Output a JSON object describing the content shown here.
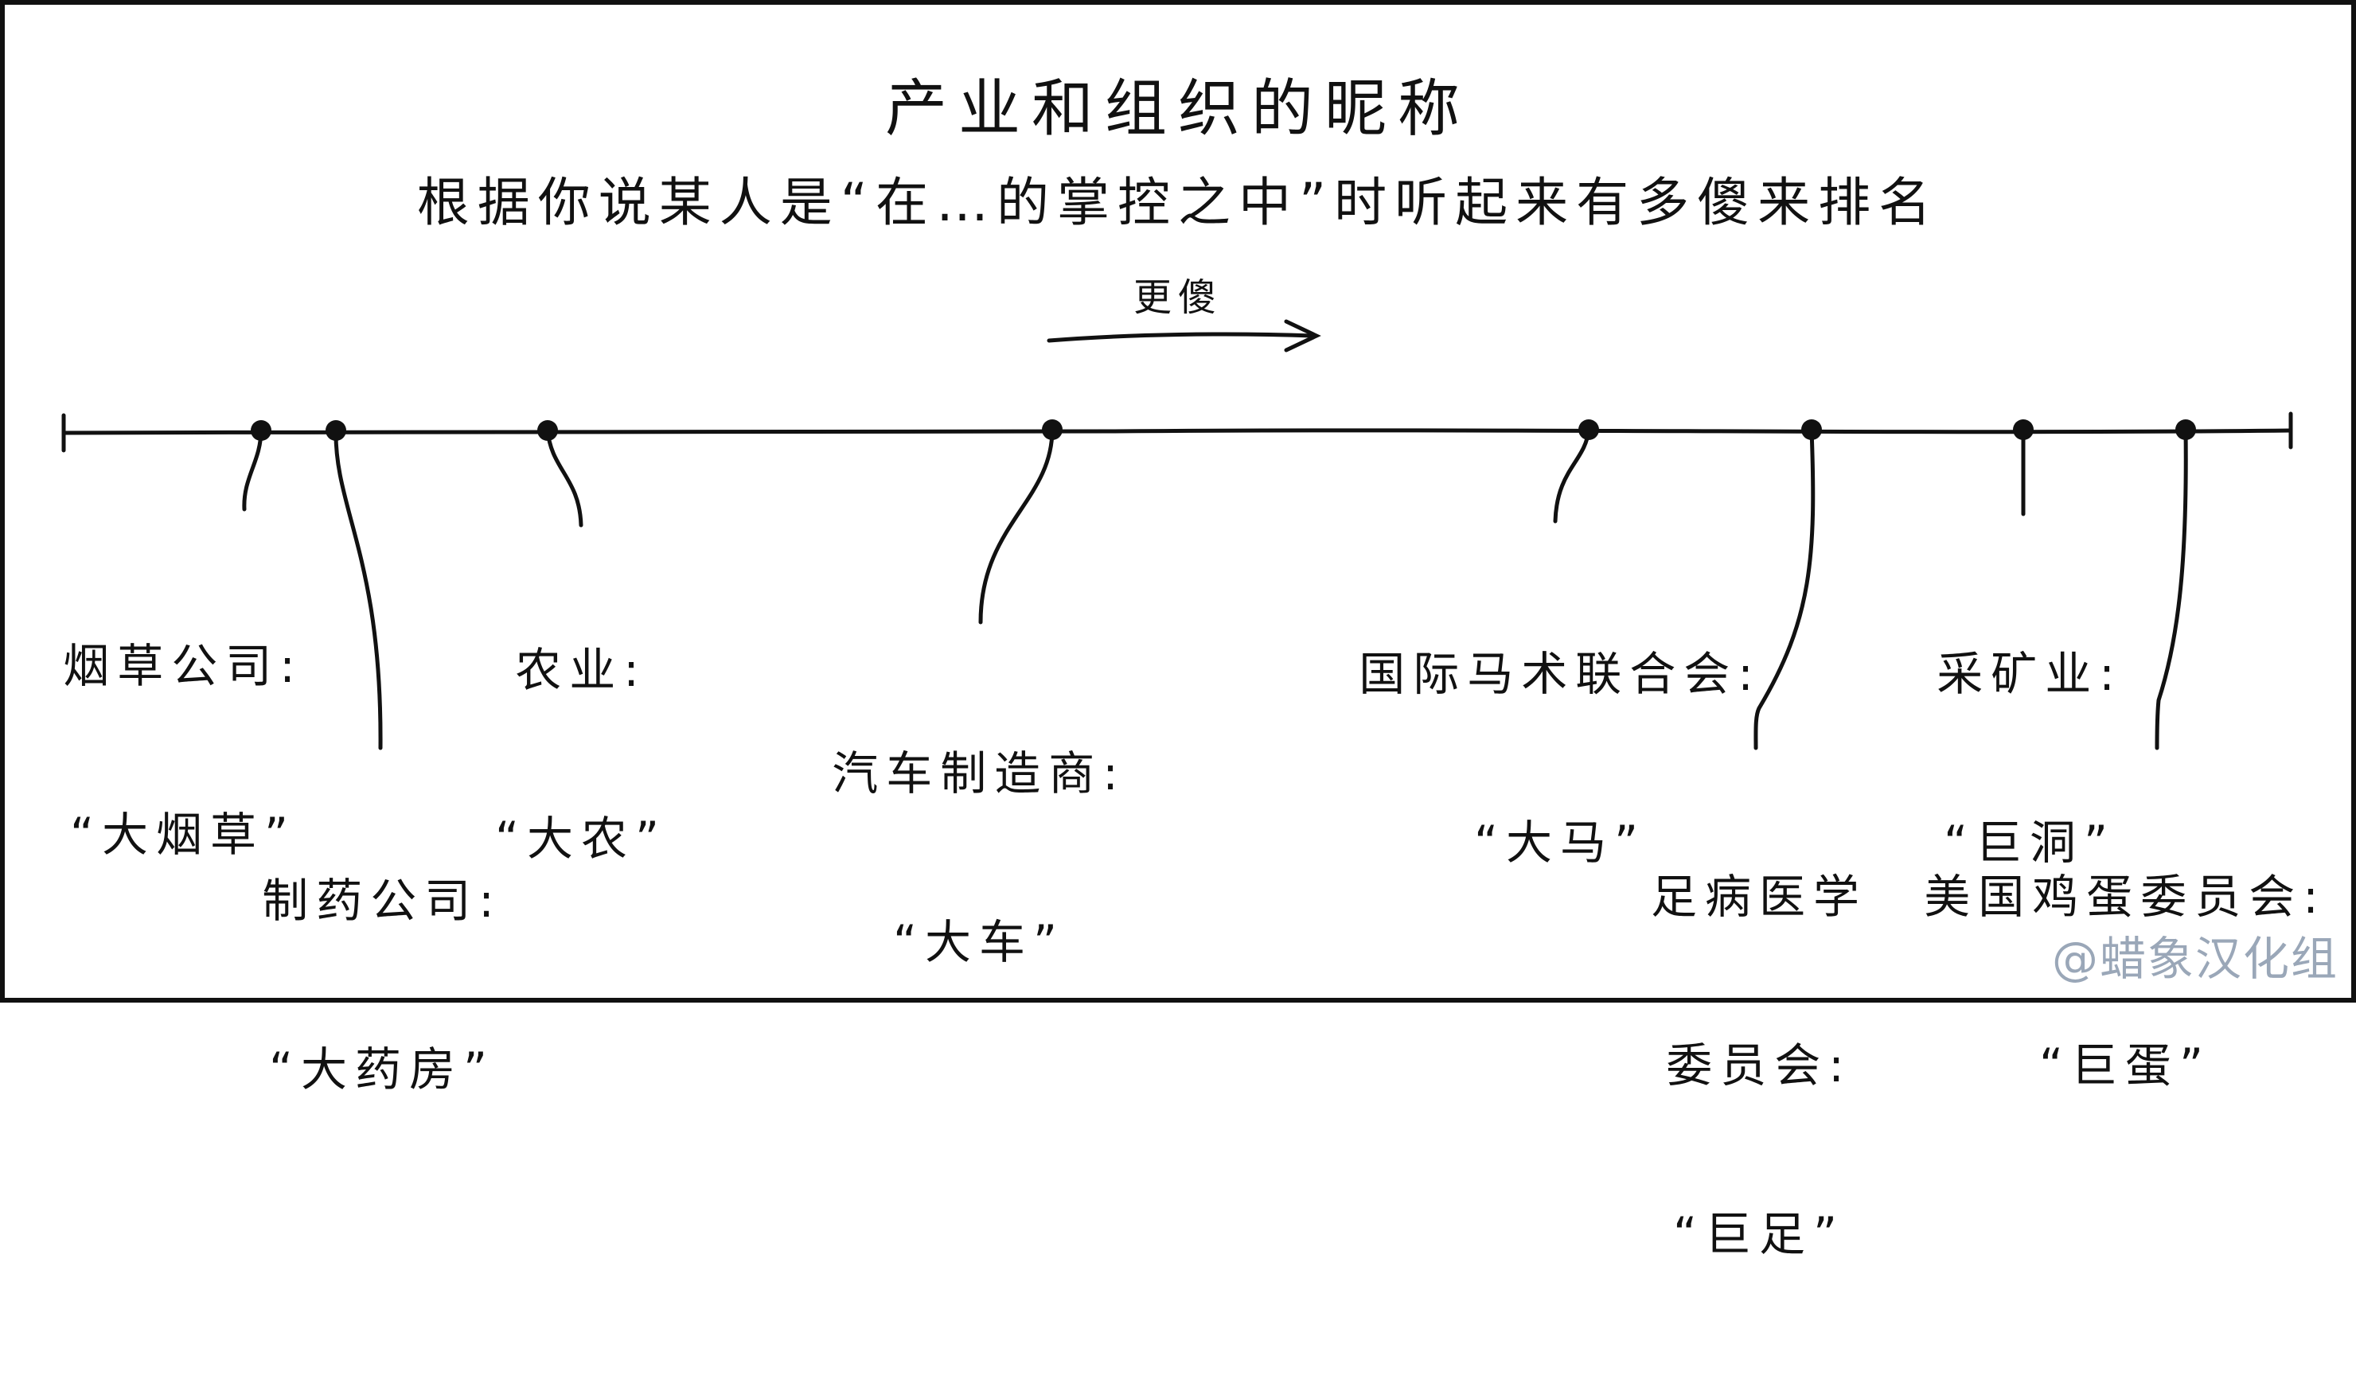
{
  "title": "产业和组织的昵称",
  "subtitle": "根据你说某人是“在…的掌控之中”时听起来有多傻来排名",
  "arrow_label": "更傻",
  "watermark": "@蜡象汉化组",
  "items": [
    {
      "line1": "烟草公司:",
      "line2": "“大烟草”",
      "line3": ""
    },
    {
      "line1": "制药公司:",
      "line2": "“大药房”",
      "line3": ""
    },
    {
      "line1": "农业:",
      "line2": "“大农”",
      "line3": ""
    },
    {
      "line1": "汽车制造商:",
      "line2": "“大车”",
      "line3": ""
    },
    {
      "line1": "国际马术联合会:",
      "line2": "“大马”",
      "line3": ""
    },
    {
      "line1": "足病医学",
      "line2": "委员会:",
      "line3": "“巨足”"
    },
    {
      "line1": "采矿业:",
      "line2": "“巨洞”",
      "line3": ""
    },
    {
      "line1": "美国鸡蛋委员会:",
      "line2": "“巨蛋”",
      "line3": ""
    }
  ]
}
